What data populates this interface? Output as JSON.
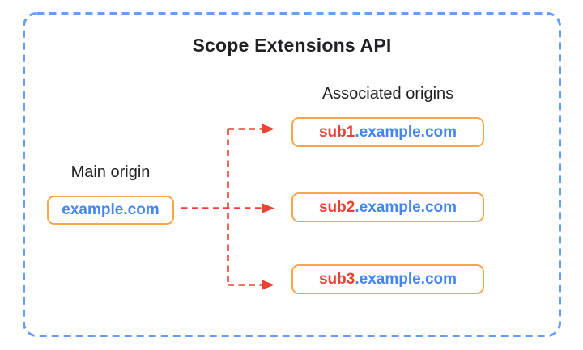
{
  "title": "Scope Extensions API",
  "associated_label": "Associated origins",
  "main_origin": {
    "label": "Main origin",
    "domain": "example.com"
  },
  "associated_origins": [
    {
      "prefix": "sub1",
      "suffix": ".example.com"
    },
    {
      "prefix": "sub2",
      "suffix": ".example.com"
    },
    {
      "prefix": "sub3",
      "suffix": ".example.com"
    }
  ],
  "colors": {
    "border_blue": "#669DF6",
    "box_orange": "#F9A648",
    "domain_blue": "#4285F4",
    "highlight_red": "#EA4335",
    "arrow_red": "#EA4335",
    "text_black": "#202124"
  }
}
